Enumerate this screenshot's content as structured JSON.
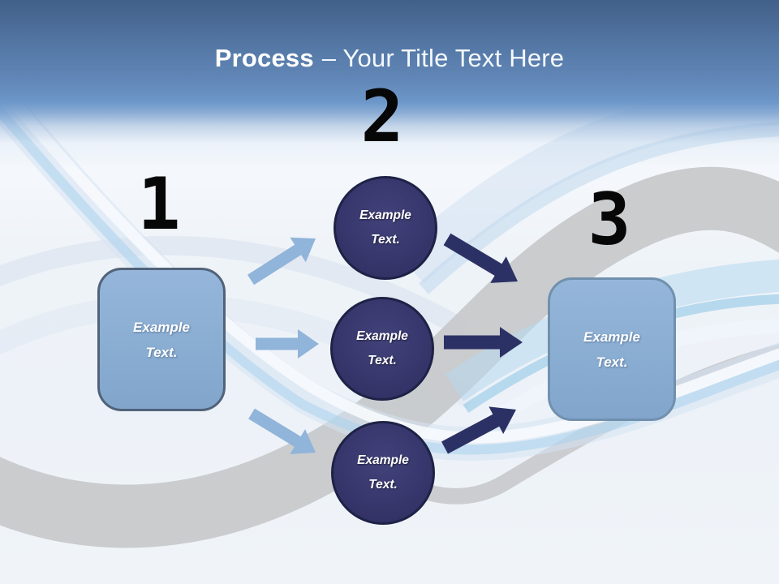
{
  "title": {
    "emphasis": "Process",
    "rest": "– Your Title Text Here"
  },
  "diagram": {
    "step1": {
      "number": "1",
      "box": {
        "line1": "Example",
        "line2": "Text."
      }
    },
    "step2": {
      "number": "2",
      "circles": [
        {
          "line1": "Example",
          "line2": "Text."
        },
        {
          "line1": "Example",
          "line2": "Text."
        },
        {
          "line1": "Example",
          "line2": "Text."
        }
      ]
    },
    "step3": {
      "number": "3",
      "box": {
        "line1": "Example",
        "line2": "Text."
      }
    }
  },
  "colors": {
    "header_blue_top": "#415f89",
    "header_blue_bottom": "#6d97c9",
    "body_background": "#eef3f8",
    "box_fill": "#8aadd2",
    "box_border_left": "#51637a",
    "box_border_right": "#7190ae",
    "circle_fill": "#393970",
    "circle_border": "#1e2246",
    "arrow_light_blue": "#90b4da",
    "arrow_dark_navy": "#2c3165",
    "swoosh_gray": "#c7c9cb",
    "number_color": "#070707",
    "title_color": "#ffffff"
  }
}
